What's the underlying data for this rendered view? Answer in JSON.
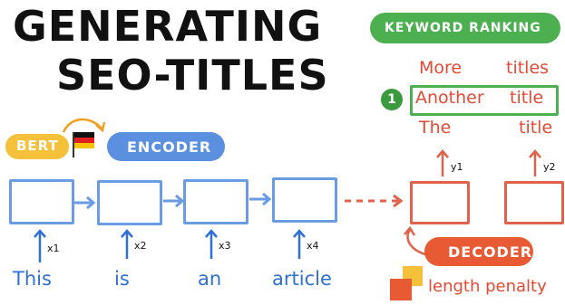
{
  "title": {
    "line1": "GENERATING",
    "line2": "SEO-TITLES"
  },
  "tags": {
    "bert": "BERT",
    "encoder": "ENCODER",
    "decoder": "DECODER",
    "keyword_ranking": "KEYWORD RANKING"
  },
  "inputs": [
    {
      "word": "This",
      "x_label": "x1"
    },
    {
      "word": "is",
      "x_label": "x2"
    },
    {
      "word": "an",
      "x_label": "x3"
    },
    {
      "word": "article",
      "x_label": "x4"
    }
  ],
  "outputs": [
    {
      "y_label": "y1"
    },
    {
      "y_label": "y2"
    }
  ],
  "ranking": {
    "rank_number": "1",
    "rows": [
      {
        "left": "More",
        "right": "titles",
        "highlighted": false
      },
      {
        "left": "Another",
        "right": "title",
        "highlighted": true
      },
      {
        "left": "The",
        "right": "title",
        "highlighted": false
      }
    ]
  },
  "length_penalty": "length penalty",
  "colors": {
    "encoder_blue": "#6a9ce6",
    "decoder_red": "#e0624a",
    "bert_yellow": "#f5c13a",
    "ranking_green": "#4caf50",
    "word_blue": "#2f6fd6"
  }
}
